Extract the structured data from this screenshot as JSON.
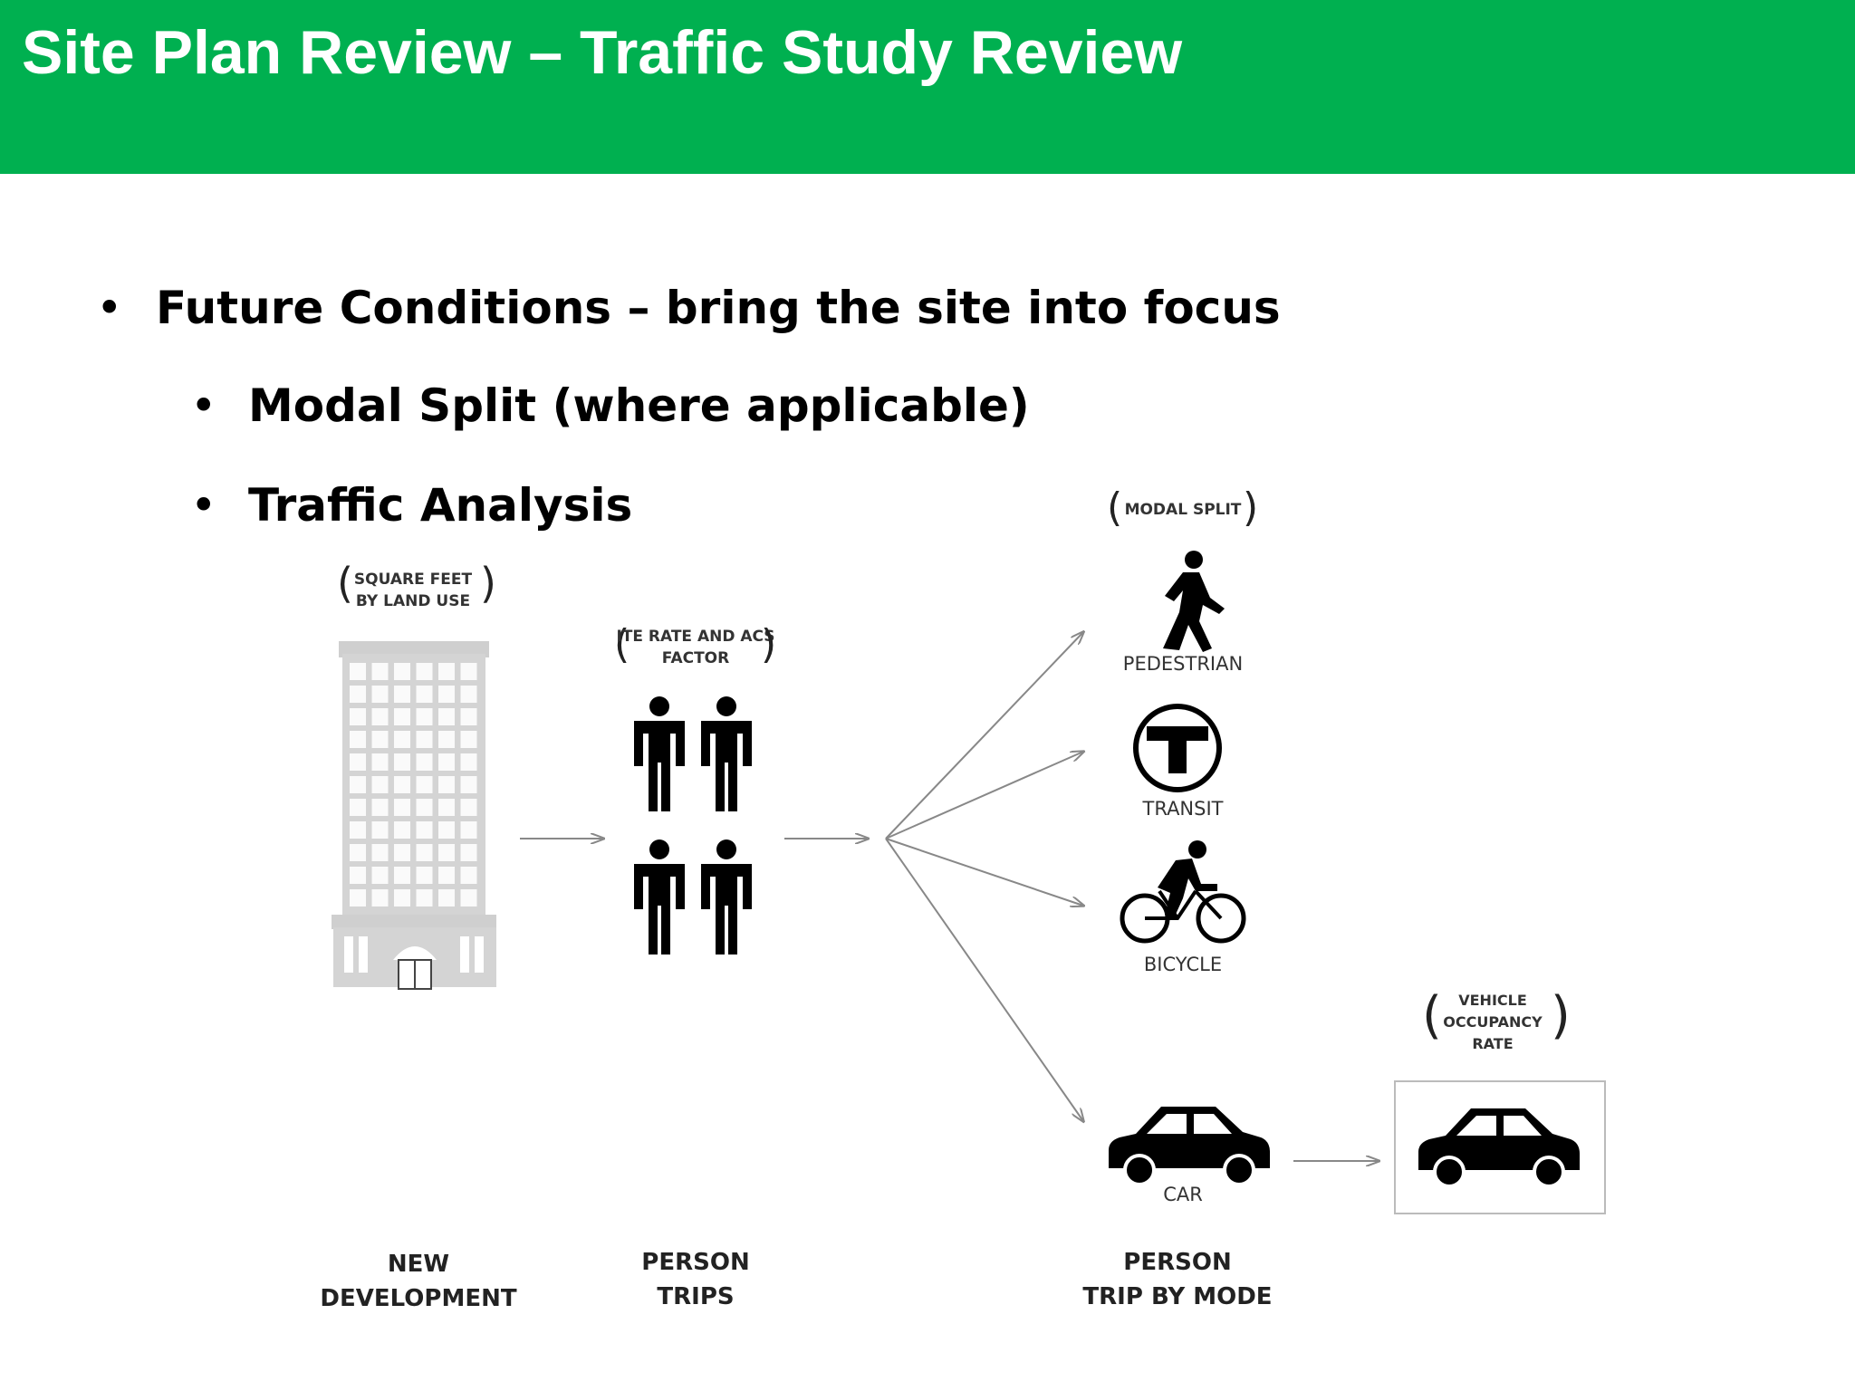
{
  "slide": {
    "title": "Site Plan Review – Traffic Study Review",
    "bullets": [
      "Future Conditions – bring the site into focus",
      "Modal Split (where applicable)",
      "Traffic Analysis"
    ]
  },
  "diagram": {
    "factors": {
      "square_feet": [
        "SQUARE FEET",
        "BY LAND USE"
      ],
      "ite_rate": [
        "ITE RATE AND ACS",
        "FACTOR"
      ],
      "modal_split": [
        "MODAL SPLIT"
      ],
      "vehicle_occupancy": [
        "VEHICLE",
        "OCCUPANCY",
        "RATE"
      ]
    },
    "modes": {
      "pedestrian": "PEDESTRIAN",
      "transit": "TRANSIT",
      "bicycle": "BICYCLE",
      "car": "CAR"
    },
    "stages": {
      "new_development": [
        "NEW",
        "DEVELOPMENT"
      ],
      "person_trips": [
        "PERSON",
        "TRIPS"
      ],
      "person_trip_by_mode": [
        "PERSON",
        "TRIP BY MODE"
      ]
    },
    "colors": {
      "header": "#00b050",
      "building": "#d4d4d4",
      "arrow": "#888888",
      "icon": "#000000"
    }
  }
}
